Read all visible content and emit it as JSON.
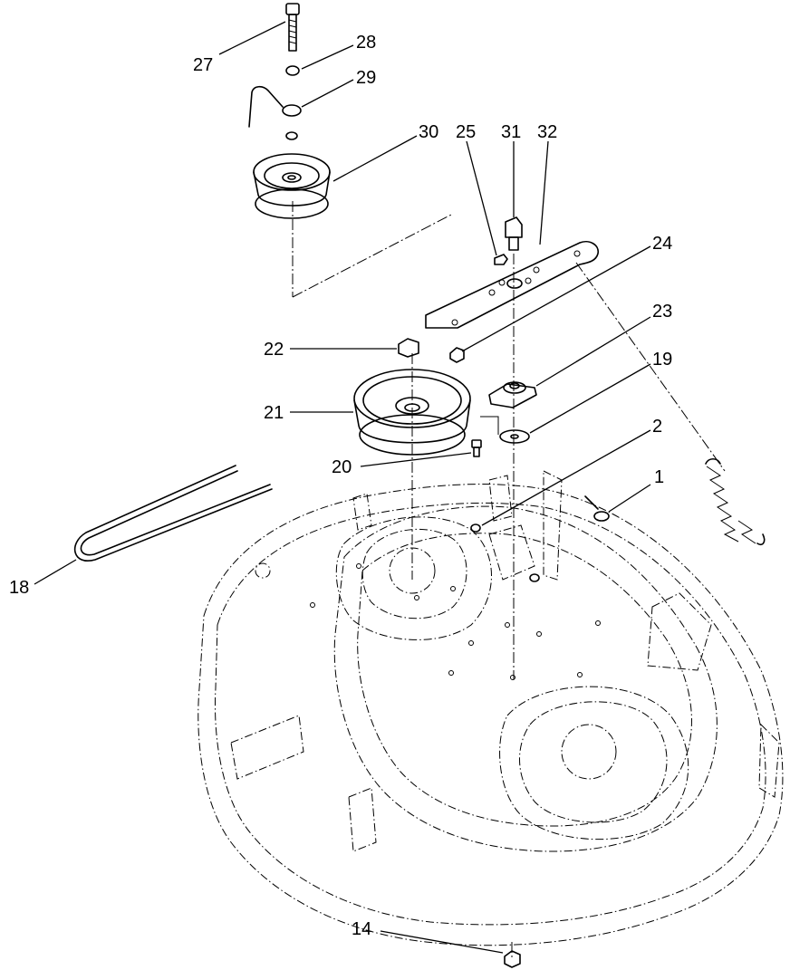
{
  "callouts": [
    {
      "id": "c27",
      "text": "27"
    },
    {
      "id": "c28",
      "text": "28"
    },
    {
      "id": "c29",
      "text": "29"
    },
    {
      "id": "c30",
      "text": "30"
    },
    {
      "id": "c25",
      "text": "25"
    },
    {
      "id": "c31",
      "text": "31"
    },
    {
      "id": "c32",
      "text": "32"
    },
    {
      "id": "c24",
      "text": "24"
    },
    {
      "id": "c23",
      "text": "23"
    },
    {
      "id": "c22",
      "text": "22"
    },
    {
      "id": "c19",
      "text": "19"
    },
    {
      "id": "c21",
      "text": "21"
    },
    {
      "id": "c2",
      "text": "2"
    },
    {
      "id": "c20",
      "text": "20"
    },
    {
      "id": "c1",
      "text": "1"
    },
    {
      "id": "c18",
      "text": "18"
    },
    {
      "id": "c14",
      "text": "14"
    }
  ],
  "colors": {
    "line": "#000000",
    "background": "#ffffff"
  }
}
